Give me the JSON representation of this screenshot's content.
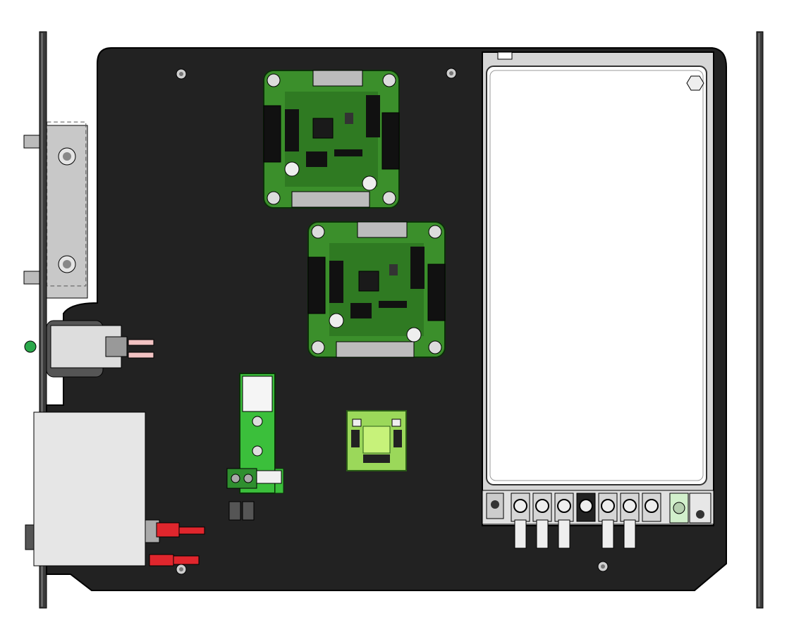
{
  "colors": {
    "panel": "#222222",
    "rail": "#3a3a3a",
    "pcb_green": "#3b8f2b",
    "pcb_dark_green": "#1f5f17",
    "pcb_light_green": "#9bd85a",
    "connector_black": "#111111",
    "psu_frame": "#d6d6d6",
    "psu_face": "#ffffff",
    "terminal_metal": "#bdbdbd",
    "spade_red": "#e0262d",
    "bracket_gray": "#c8c8c8",
    "transformer_gray": "#e6e6e6"
  },
  "components": [
    {
      "id": "chassis-plate"
    },
    {
      "id": "left-side-rail"
    },
    {
      "id": "right-side-rail"
    },
    {
      "id": "mounting-bracket"
    },
    {
      "id": "panel-led-switch"
    },
    {
      "id": "transformer-box"
    },
    {
      "id": "controller-board-upper"
    },
    {
      "id": "controller-board-lower"
    },
    {
      "id": "terminal-block-board"
    },
    {
      "id": "sensor-board-small"
    },
    {
      "id": "power-supply-unit"
    },
    {
      "id": "psu-terminal-strip"
    }
  ],
  "psu_terminals": {
    "count": 8,
    "spade_lugs": 5
  }
}
